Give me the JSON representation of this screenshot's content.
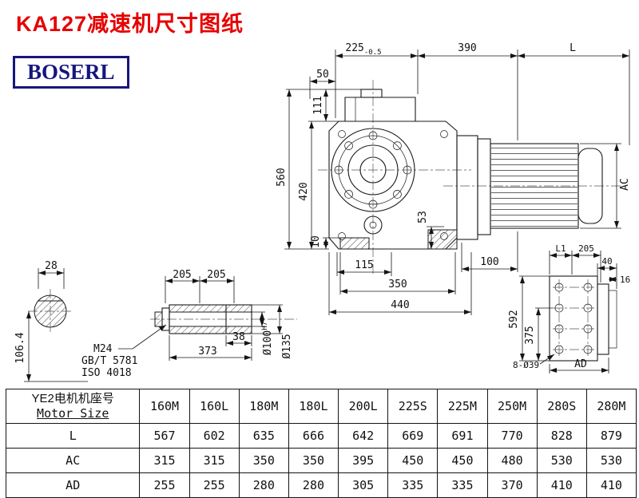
{
  "header": {
    "title": "KA127减速机尺寸图纸",
    "brand": "BOSERL"
  },
  "colors": {
    "title_red": "#e60000",
    "brand_navy": "#16167e",
    "line": "#1a1a1a"
  },
  "drawing": {
    "main_view": {
      "d225": "225",
      "d225_tol": "-0.5",
      "d390": "390",
      "dL": "L",
      "d50": "50",
      "d111": "111",
      "d560": "560",
      "d420": "420",
      "d10": "10",
      "d53": "53",
      "d115": "115",
      "d100": "100",
      "d350": "350",
      "d440": "440",
      "dAC": "AC"
    },
    "shaft_end_view": {
      "d28": "28",
      "d106": "106.4"
    },
    "shaft_detail_view": {
      "d205a": "205",
      "d205b": "205",
      "thread": "M24",
      "std1": "GB/T 5781",
      "std2": "ISO 4018",
      "d38": "38",
      "d373": "373",
      "bore": "Ø100",
      "bore_fit": "H7",
      "od": "Ø135"
    },
    "flange_view": {
      "dL1": "L1",
      "d205": "205",
      "d40": "40",
      "d16": "16",
      "d592": "592",
      "d375": "375",
      "holes": "8-Ø39",
      "dAD": "AD"
    }
  },
  "table": {
    "header": {
      "label_cn": "YE2电机机座号",
      "label_en": "Motor Size",
      "columns": [
        "160M",
        "160L",
        "180M",
        "180L",
        "200L",
        "225S",
        "225M",
        "250M",
        "280S",
        "280M"
      ]
    },
    "rows": [
      {
        "label": "L",
        "values": [
          "567",
          "602",
          "635",
          "666",
          "642",
          "669",
          "691",
          "770",
          "828",
          "879"
        ]
      },
      {
        "label": "AC",
        "values": [
          "315",
          "315",
          "350",
          "350",
          "395",
          "450",
          "450",
          "480",
          "530",
          "530"
        ]
      },
      {
        "label": "AD",
        "values": [
          "255",
          "255",
          "280",
          "280",
          "305",
          "335",
          "335",
          "370",
          "410",
          "410"
        ]
      }
    ]
  }
}
